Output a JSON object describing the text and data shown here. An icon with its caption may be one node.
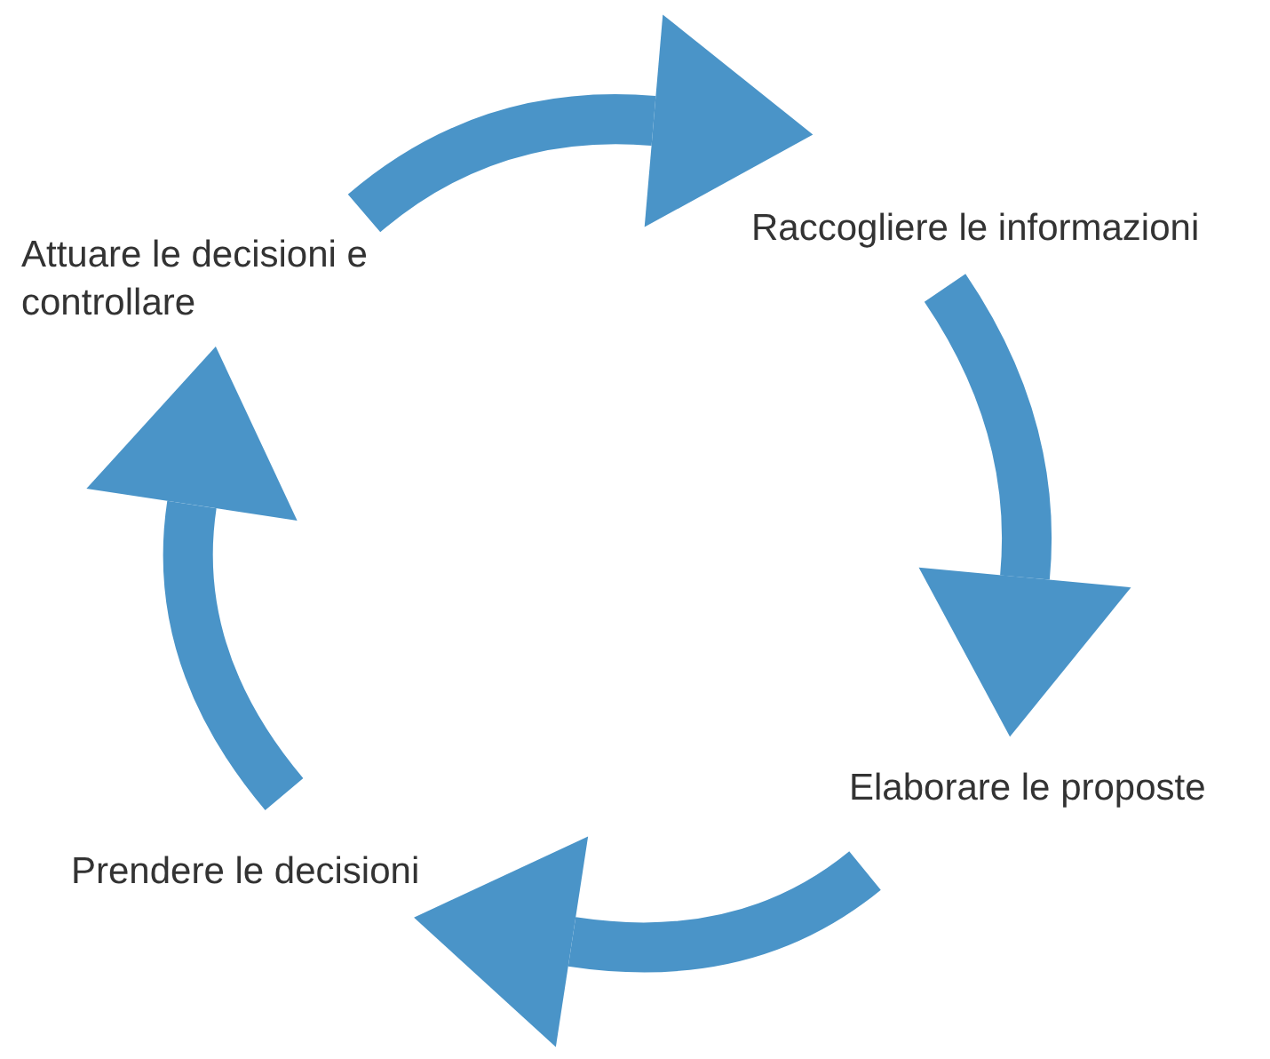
{
  "diagram": {
    "nodes": [
      {
        "text": [
          "Raccogliere le informazioni"
        ]
      },
      {
        "text": [
          "Attuare le decisioni e controllare"
        ]
      },
      {
        "text": [
          "Elaborare le proposte"
        ]
      },
      {
        "text": [
          "Prendere le decisioni"
        ]
      }
    ],
    "edges": [
      {
        "from": 1,
        "to": 0,
        "arrow": "to"
      },
      {
        "from": 0,
        "to": 2,
        "arrow": "to"
      },
      {
        "from": 2,
        "to": 3,
        "arrow": "to"
      },
      {
        "from": 3,
        "to": 1,
        "arrow": "to"
      }
    ]
  }
}
